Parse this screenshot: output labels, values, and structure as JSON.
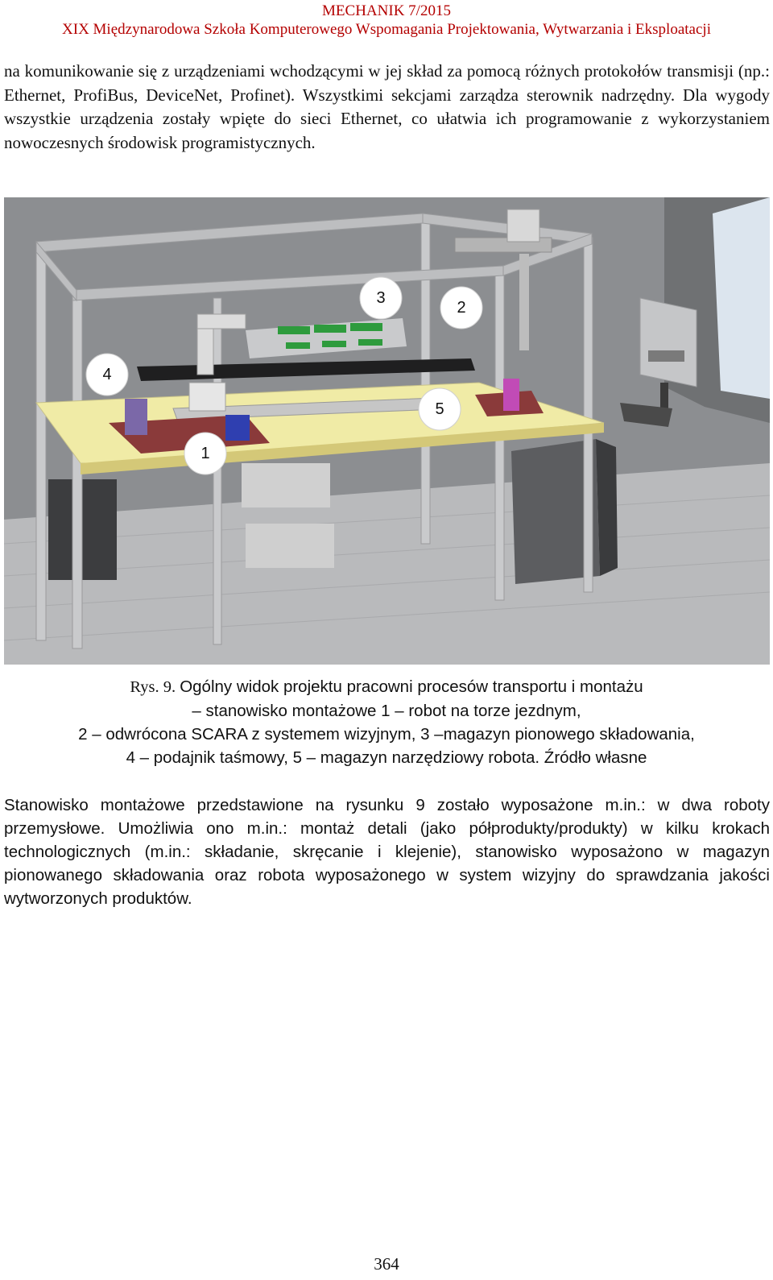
{
  "header": {
    "journal": "MECHANIK 7/2015",
    "conference": "XIX Międzynarodowa Szkoła Komputerowego Wspomagania Projektowania, Wytwarzania i Eksploatacji"
  },
  "paragraph_1": "na komunikowanie się z urządzeniami wchodzącymi w jej skład za pomocą różnych protokołów transmisji (np.: Ethernet, ProfiBus, DeviceNet, Profinet). Wszystkimi sekcjami zarządza sterownik nadrzędny. Dla wygody wszystkie urządzenia zostały wpięte do sieci Ethernet, co ułatwia ich programowanie z wykorzystaniem nowoczesnych środowisk programistycznych.",
  "figure": {
    "markers": [
      "3",
      "2",
      "4",
      "5",
      "1"
    ]
  },
  "caption": {
    "line1_lead": "Rys. 9. ",
    "line1_rest": "Ogólny widok projektu pracowni procesów transportu i montażu",
    "line2": "– stanowisko montażowe 1 – robot na torze jezdnym,",
    "line3": "2 – odwrócona SCARA z systemem wizyjnym, 3 –magazyn pionowego składowania,",
    "line4": "4 – podajnik taśmowy, 5 – magazyn narzędziowy robota. Źródło własne"
  },
  "paragraph_2": "Stanowisko montażowe przedstawione na rysunku 9 zostało wyposażone m.in.: w dwa roboty przemysłowe. Umożliwia ono m.in.: montaż detali (jako półprodukty/produkty) w kilku krokach technologicznych (m.in.: składanie, skręcanie i klejenie), stanowisko wyposażono w magazyn pionowanego składowania oraz robota wyposażonego w system wizyjny do sprawdzania jakości wytworzonych produktów.",
  "page_number": "364"
}
